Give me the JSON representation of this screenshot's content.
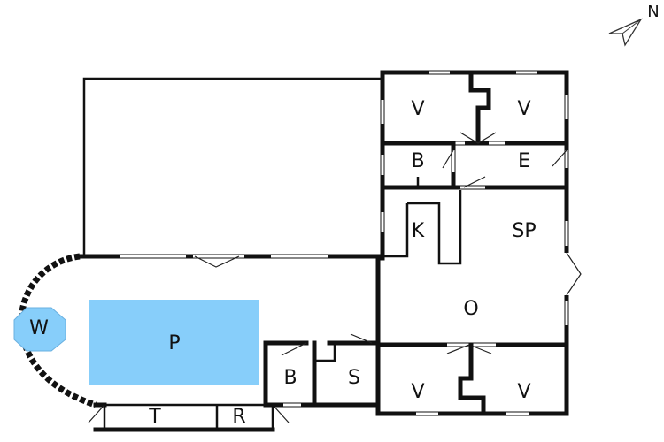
{
  "north": {
    "label": "N",
    "icon": "north-arrow-icon"
  },
  "rooms": {
    "v1": "V",
    "v2": "V",
    "b1": "B",
    "e": "E",
    "k": "K",
    "sp": "SP",
    "o": "O",
    "w": "W",
    "p": "P",
    "b2": "B",
    "s": "S",
    "v3": "V",
    "v4": "V",
    "t": "T",
    "r": "R"
  },
  "colors": {
    "pool": "#87cefa",
    "whirlpool": "#87cefa",
    "wall": "#111111",
    "background": "#ffffff"
  }
}
